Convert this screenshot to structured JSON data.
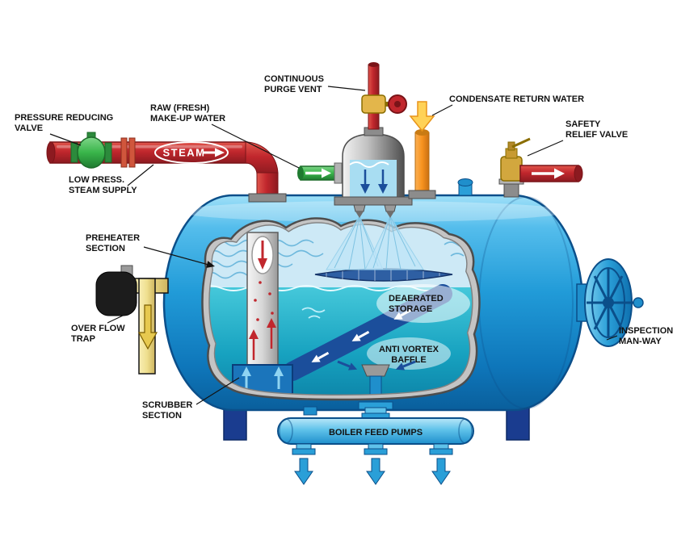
{
  "diagram": {
    "type": "deaerator-cutaway-diagram",
    "labels": {
      "pressure_reducing_valve": [
        "PRESSURE REDUCING",
        "VALVE"
      ],
      "raw_makeup_water": [
        "RAW (FRESH)",
        "MAKE-UP WATER"
      ],
      "continuous_purge_vent": [
        "CONTINUOUS",
        "PURGE VENT"
      ],
      "condensate_return_water": "CONDENSATE RETURN WATER",
      "safety_relief_valve": [
        "SAFETY",
        "RELIEF VALVE"
      ],
      "steam": "STEAM",
      "low_press_steam_supply": [
        "LOW PRESS.",
        "STEAM SUPPLY"
      ],
      "preheater_section": [
        "PREHEATER",
        "SECTION"
      ],
      "overflow_trap": [
        "OVER FLOW",
        "TRAP"
      ],
      "deaerated_storage": [
        "DEAERATED",
        "STORAGE"
      ],
      "anti_vortex_baffle": [
        "ANTI VORTEX",
        "BAFFLE"
      ],
      "inspection_manway": [
        "INSPECTION",
        "MAN-WAY"
      ],
      "scrubber_section": [
        "SCRUBBER",
        "SECTION"
      ],
      "boiler_feed_pumps": "BOILER FEED PUMPS"
    },
    "colors": {
      "tank_blue": "#1f97d6",
      "tank_outline": "#0b4f8a",
      "steam_pipe_red": "#c1272d",
      "makeup_water_green": "#39b54a",
      "condensate_orange": "#f7931e",
      "overflow_yellow": "#efdf8e",
      "storage_teal": "#16a0be",
      "internal_pipe_blue": "#1b4e9b",
      "pump_blue": "#5fc2ea",
      "metal_gray": "#8c8c8c",
      "valve_brass": "#d2a73e",
      "background": "#ffffff"
    }
  }
}
